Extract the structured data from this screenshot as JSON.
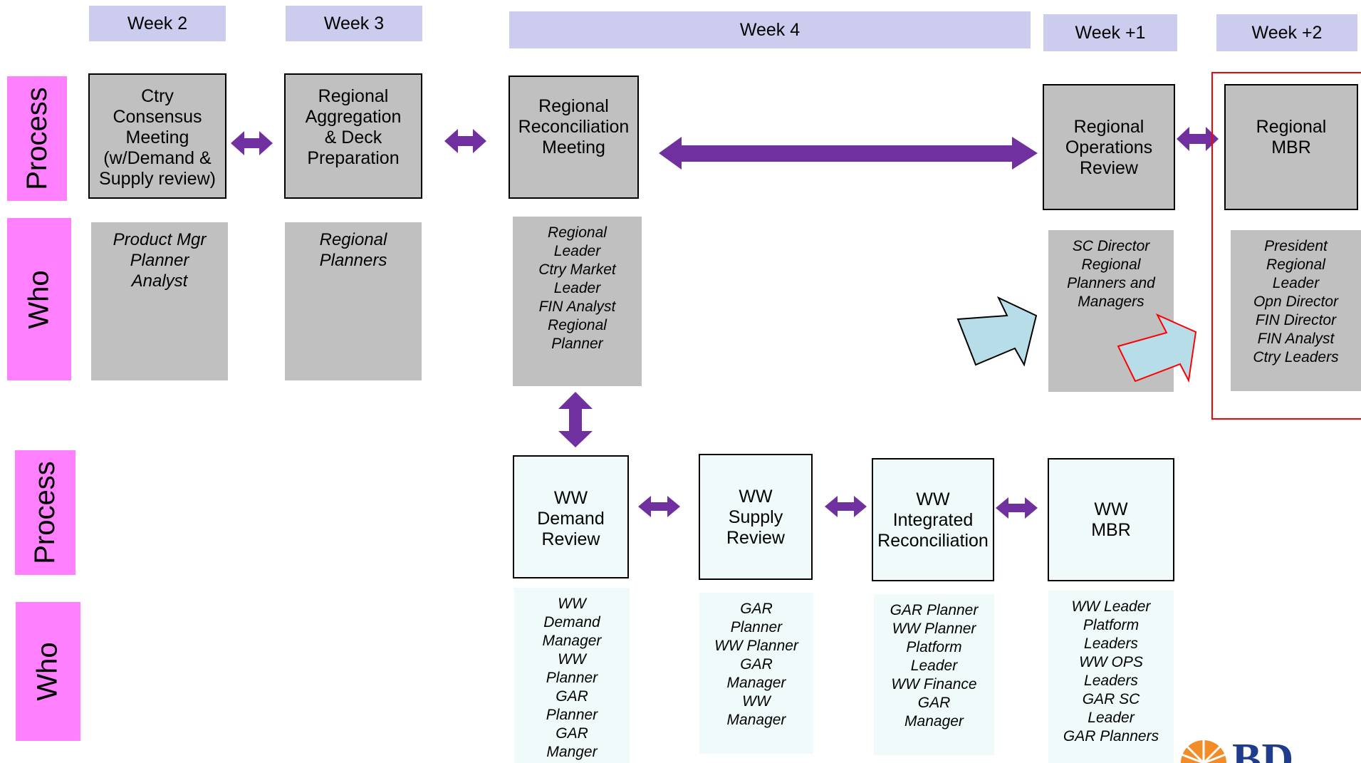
{
  "weeks": [
    "Week 2",
    "Week 3",
    "Week 4",
    "Week +1",
    "Week +2"
  ],
  "side_labels": {
    "process": "Process",
    "who": "Who"
  },
  "regional_process": [
    {
      "lines": [
        "Ctry",
        "Consensus",
        "Meeting",
        "(w/Demand &",
        "Supply review)"
      ]
    },
    {
      "lines": [
        "Regional",
        "Aggregation",
        "& Deck",
        "Preparation"
      ]
    },
    {
      "lines": [
        "Regional",
        "Reconciliation",
        "Meeting"
      ]
    },
    {
      "lines": [
        "Regional",
        "Operations",
        "Review"
      ]
    },
    {
      "lines": [
        "Regional",
        "MBR"
      ]
    }
  ],
  "regional_who": [
    {
      "lines": [
        "Product Mgr",
        "Planner",
        "Analyst"
      ]
    },
    {
      "lines": [
        "Regional",
        "Planners"
      ]
    },
    {
      "lines": [
        "Regional",
        "Leader",
        "Ctry Market",
        "Leader",
        "FIN Analyst",
        "Regional",
        "Planner"
      ]
    },
    {
      "lines": [
        "SC Director",
        "Regional",
        "Planners and",
        "Managers"
      ]
    },
    {
      "lines": [
        "President",
        "Regional",
        "Leader",
        "Opn Director",
        "FIN Director",
        "FIN Analyst",
        "Ctry Leaders"
      ]
    }
  ],
  "ww_process": [
    {
      "lines": [
        "WW",
        "Demand",
        "Review"
      ]
    },
    {
      "lines": [
        "WW",
        "Supply",
        "Review"
      ]
    },
    {
      "lines": [
        "WW",
        "Integrated",
        "Reconciliation"
      ]
    },
    {
      "lines": [
        "WW",
        "MBR"
      ]
    }
  ],
  "ww_who": [
    {
      "lines": [
        "WW",
        "Demand",
        "Manager",
        "WW",
        "Planner",
        "GAR",
        "Planner",
        "GAR",
        "Manger"
      ]
    },
    {
      "lines": [
        "GAR",
        "Planner",
        "WW Planner",
        "GAR",
        "Manager",
        "WW",
        "Manager"
      ]
    },
    {
      "lines": [
        "GAR Planner",
        "WW Planner",
        "Platform",
        "Leader",
        "WW Finance",
        "GAR",
        "Manager"
      ]
    },
    {
      "lines": [
        "WW Leader",
        "Platform",
        "Leaders",
        "WW OPS",
        "Leaders",
        "GAR SC",
        "Leader",
        "GAR Planners"
      ]
    }
  ],
  "logo": {
    "text": "BD"
  },
  "colors": {
    "arrow": "#7030a0",
    "week_bg": "#ccccee",
    "side_bg": "#ff80ff",
    "grey_box": "#c0c0c0",
    "light_box": "#f0fafa",
    "cyan_arrow": "#b7dee8",
    "highlight": "#ff0000"
  }
}
